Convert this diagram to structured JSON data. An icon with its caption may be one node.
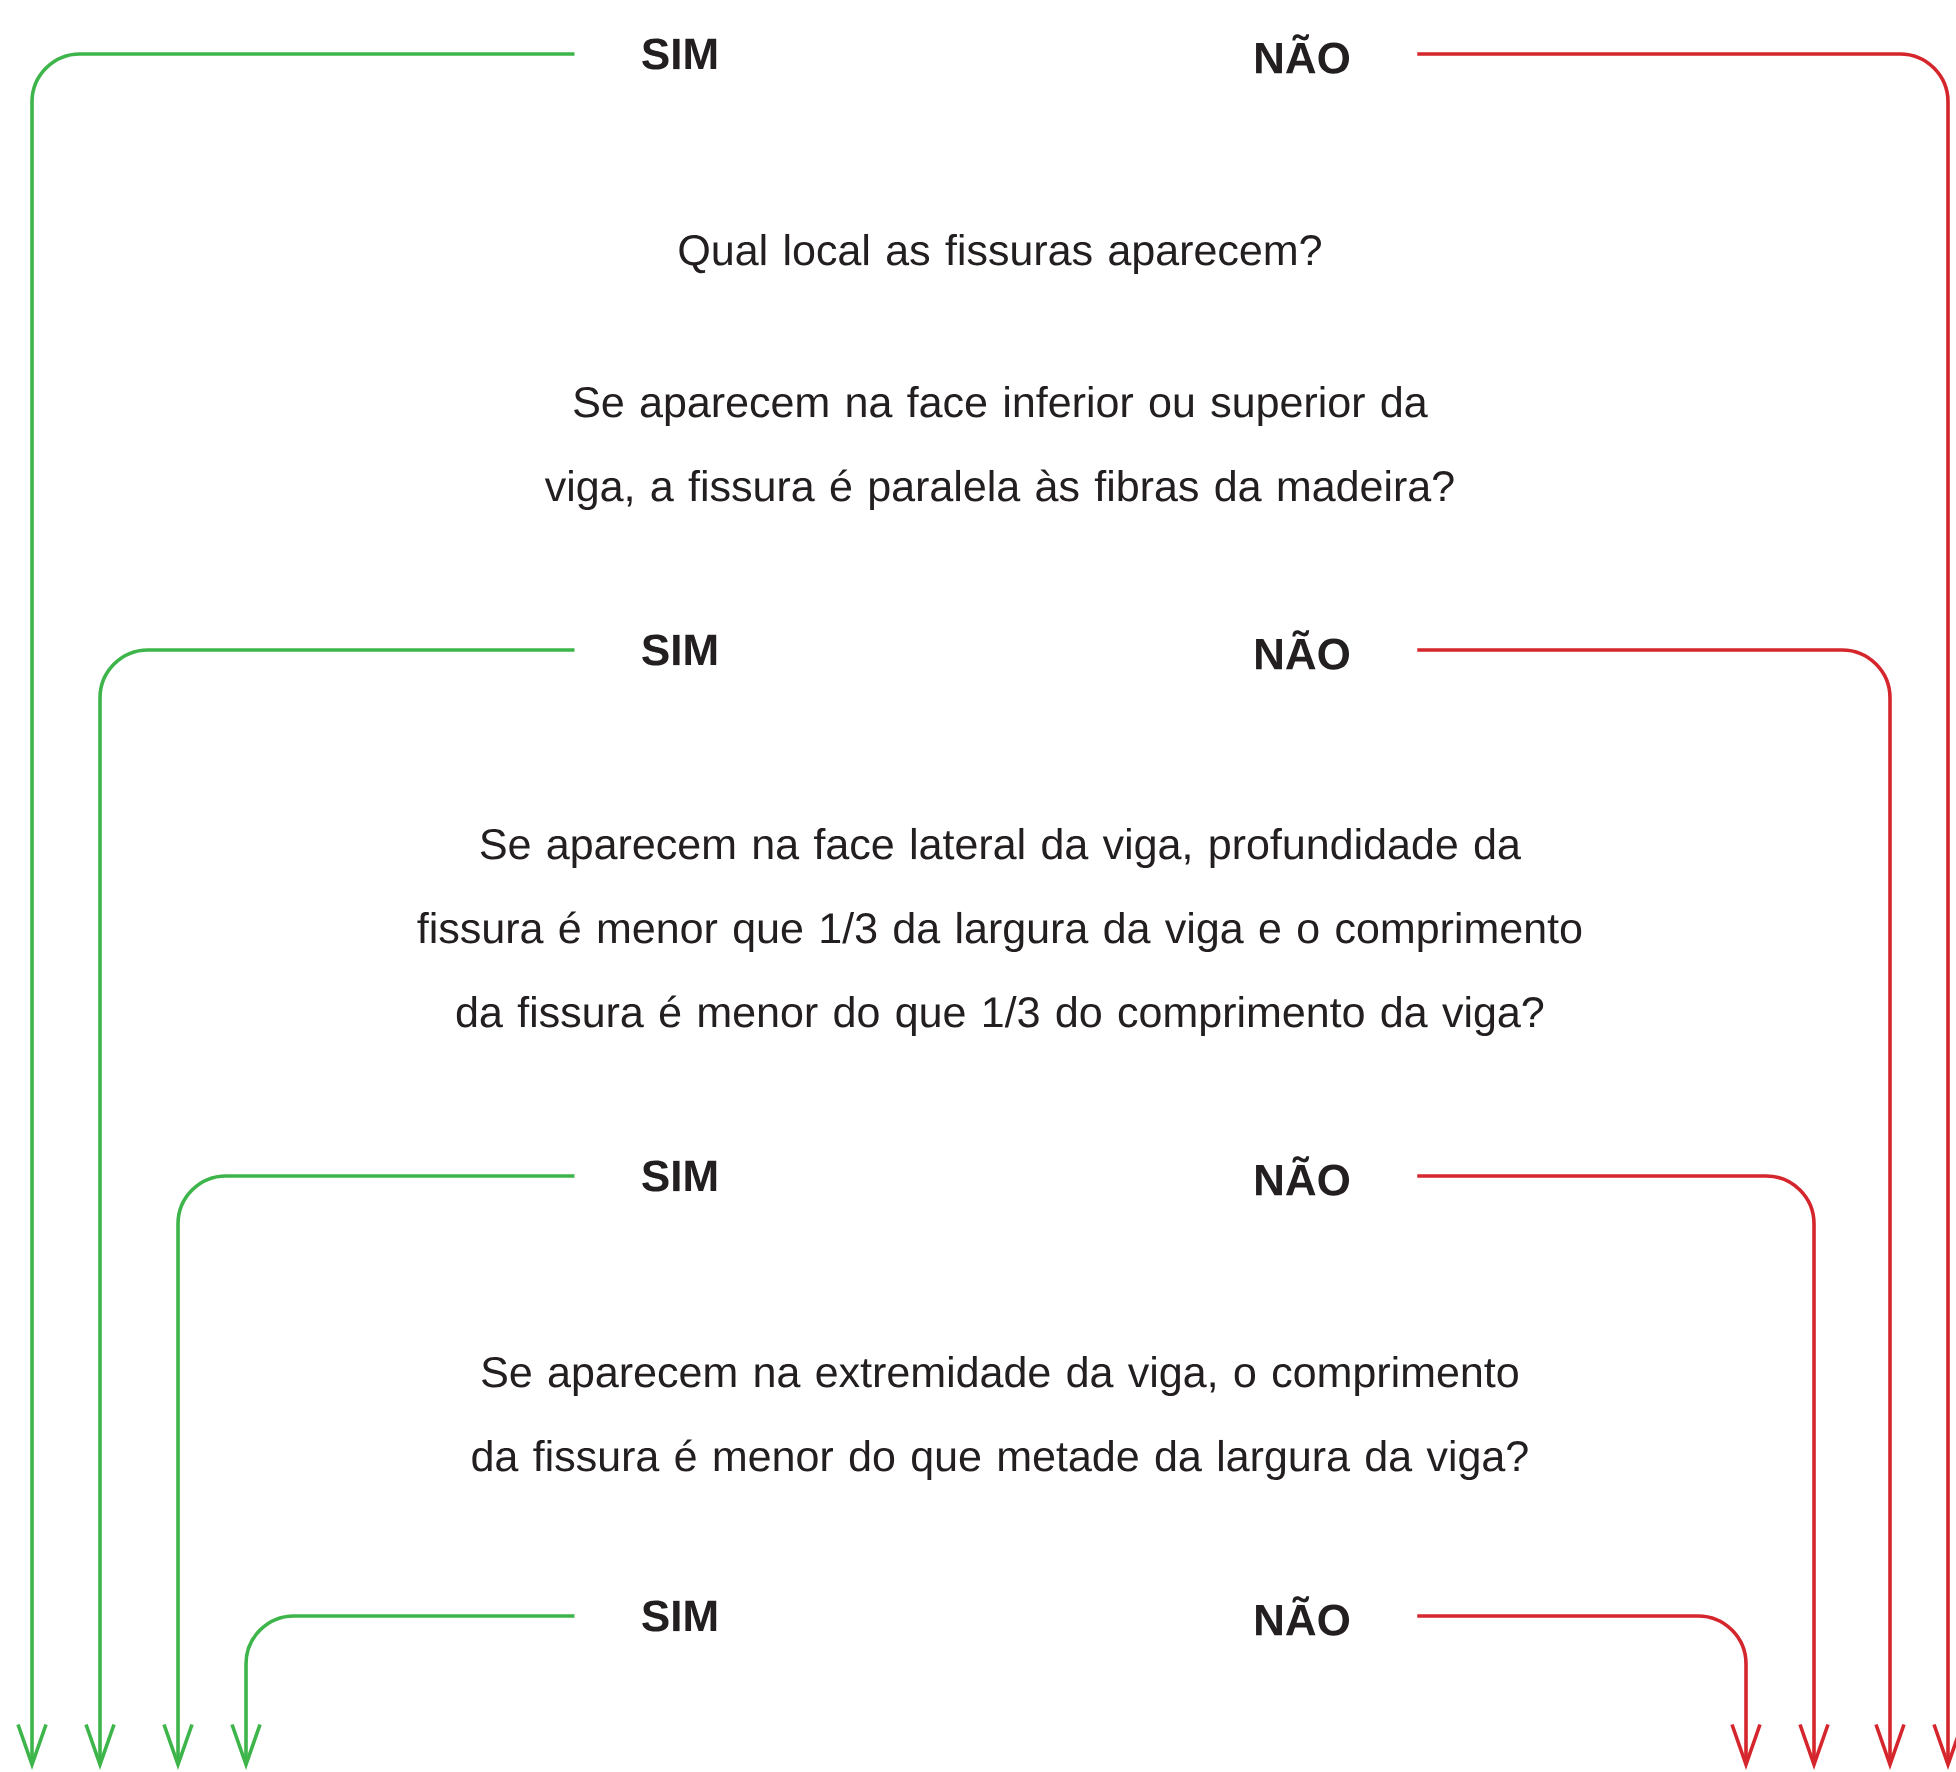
{
  "diagram": {
    "nodes": [
      {
        "text": [
          "SIM"
        ]
      },
      {
        "text": [
          "NÃO"
        ]
      },
      {
        "text": [
          "SIM"
        ]
      },
      {
        "text": [
          "NÃO"
        ]
      },
      {
        "text": [
          "SIM"
        ]
      },
      {
        "text": [
          "NÃO"
        ]
      },
      {
        "text": [
          "SIM"
        ]
      },
      {
        "text": [
          "NÃO"
        ]
      }
    ],
    "edges": [
      {
        "from": 0,
        "to": null,
        "arrow": "to",
        "color": "#3db54a"
      },
      {
        "from": 1,
        "to": null,
        "arrow": "to",
        "color": "#d4262c"
      },
      {
        "from": 2,
        "to": null,
        "arrow": "to",
        "color": "#3db54a"
      },
      {
        "from": 3,
        "to": null,
        "arrow": "to",
        "color": "#d4262c"
      },
      {
        "from": 4,
        "to": null,
        "arrow": "to",
        "color": "#3db54a"
      },
      {
        "from": 5,
        "to": null,
        "arrow": "to",
        "color": "#d4262c"
      },
      {
        "from": 6,
        "to": null,
        "arrow": "to",
        "color": "#3db54a"
      },
      {
        "from": 7,
        "to": null,
        "arrow": "to",
        "color": "#d4262c"
      }
    ],
    "labels": [
      "Qual local as fissuras aparecem?",
      "Se aparecem na face inferior ou superior da viga, a fissura é paralela às fibras da madeira?",
      "Se aparecem na face lateral da viga, profundidade da fissura é menor que 1/3 da largura da viga e o comprimento da fissura é menor do que 1/3 do comprimento da viga?",
      "Se aparecem na extremidade da viga, o comprimento da fissura é menor do que metade da largura da viga?"
    ]
  }
}
